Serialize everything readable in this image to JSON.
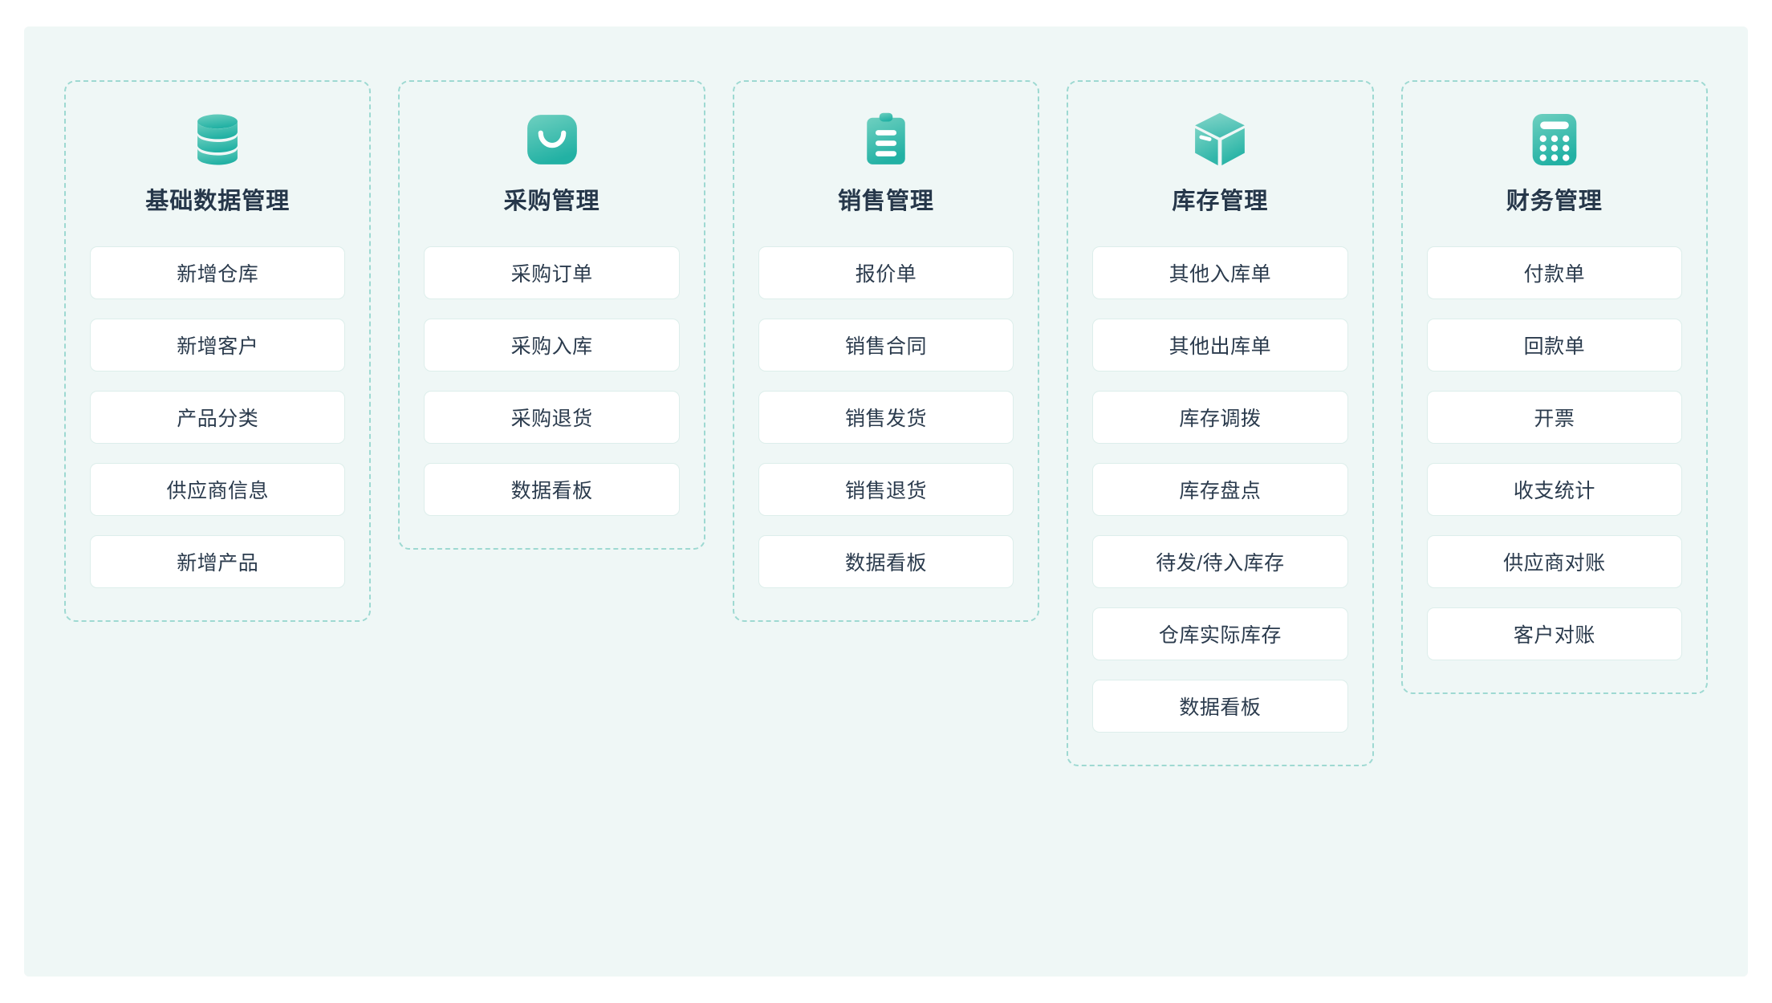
{
  "theme": {
    "page_background": "#ffffff",
    "panel_background": "#eff7f6",
    "card_border": "#9ed9d2",
    "button_background": "#ffffff",
    "button_border": "#ddeeeb",
    "title_color": "#26374a",
    "button_text_color": "#2b3b4d",
    "icon_gradient_from": "#6fd0c0",
    "icon_gradient_to": "#22b1a4"
  },
  "modules": [
    {
      "id": "basic-data-management",
      "title": "基础数据管理",
      "icon": "database-icon",
      "actions": [
        {
          "label": "新增仓库"
        },
        {
          "label": "新增客户"
        },
        {
          "label": "产品分类"
        },
        {
          "label": "供应商信息"
        },
        {
          "label": "新增产品"
        }
      ]
    },
    {
      "id": "purchase-management",
      "title": "采购管理",
      "icon": "shopping-bag-icon",
      "actions": [
        {
          "label": "采购订单"
        },
        {
          "label": "采购入库"
        },
        {
          "label": "采购退货"
        },
        {
          "label": "数据看板"
        }
      ]
    },
    {
      "id": "sales-management",
      "title": "销售管理",
      "icon": "clipboard-icon",
      "actions": [
        {
          "label": "报价单"
        },
        {
          "label": "销售合同"
        },
        {
          "label": "销售发货"
        },
        {
          "label": "销售退货"
        },
        {
          "label": "数据看板"
        }
      ]
    },
    {
      "id": "inventory-management",
      "title": "库存管理",
      "icon": "box-icon",
      "actions": [
        {
          "label": "其他入库单"
        },
        {
          "label": "其他出库单"
        },
        {
          "label": "库存调拨"
        },
        {
          "label": "库存盘点"
        },
        {
          "label": "待发/待入库存"
        },
        {
          "label": "仓库实际库存"
        },
        {
          "label": "数据看板"
        }
      ]
    },
    {
      "id": "finance-management",
      "title": "财务管理",
      "icon": "calculator-icon",
      "actions": [
        {
          "label": "付款单"
        },
        {
          "label": "回款单"
        },
        {
          "label": "开票"
        },
        {
          "label": "收支统计"
        },
        {
          "label": "供应商对账"
        },
        {
          "label": "客户对账"
        }
      ]
    }
  ]
}
